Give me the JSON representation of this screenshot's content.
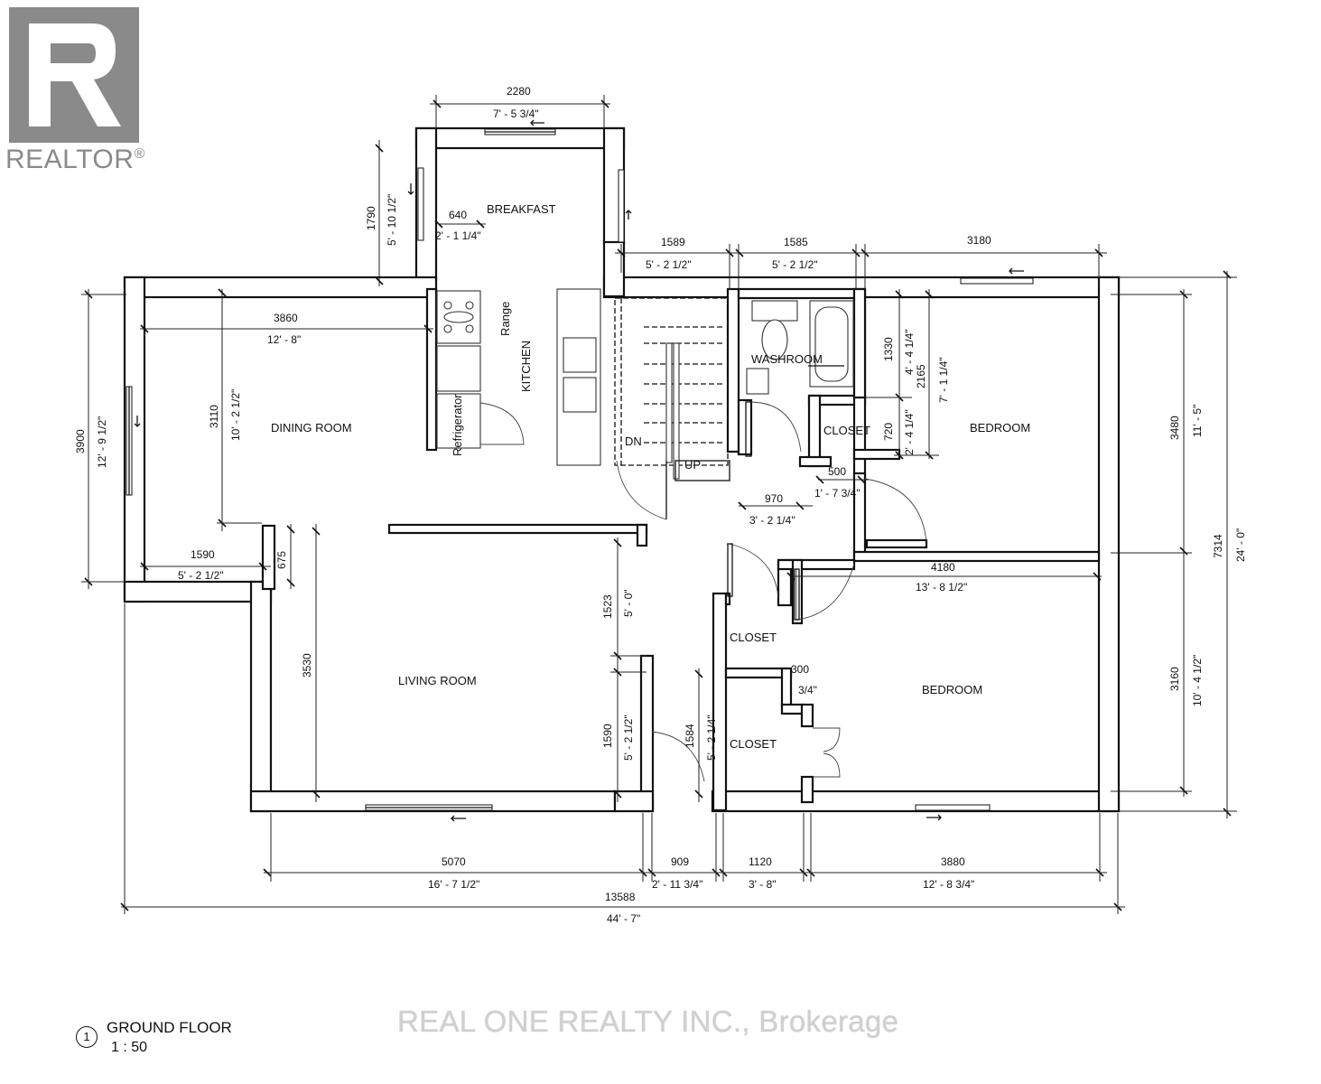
{
  "branding": {
    "logo_text": "REALTOR",
    "registered_mark": "®",
    "logo_icon": "realtor-r-logo-icon",
    "watermark": "REAL ONE REALTY INC., Brokerage"
  },
  "title_block": {
    "view_number": "1",
    "title": "GROUND FLOOR",
    "scale": "1 : 50"
  },
  "rooms": {
    "breakfast": "BREAKFAST",
    "kitchen": "KITCHEN",
    "range": "Range",
    "refrigerator": "Refrigerator",
    "dining_room": "DINING ROOM",
    "living_room": "LIVING ROOM",
    "washroom": "WASHROOM",
    "closet_hall": "CLOSET",
    "bedroom_top": "BEDROOM",
    "bedroom_bottom": "BEDROOM",
    "closet_mid": "CLOSET",
    "closet_low": "CLOSET",
    "stair_down": "DN",
    "stair_up": "UP"
  },
  "dimensions": {
    "breakfast_width_mm": "2280",
    "breakfast_width_ft": "7' - 5 3/4\"",
    "breakfast_depth_mm": "1790",
    "breakfast_depth_ft": "5' - 10 1/2\"",
    "counter_mm": "640",
    "counter_ft": "2' - 1 1/4\"",
    "stair_width_mm": "1589",
    "stair_width_ft": "5' - 2 1/2\"",
    "washroom_width_mm": "1585",
    "washroom_width_ft": "5' - 2 1/2\"",
    "bedroom_top_width_mm": "3180",
    "dining_width_mm": "3860",
    "dining_width_ft": "12' - 8\"",
    "dining_depth_mm": "3110",
    "dining_depth_ft": "10' - 2 1/2\"",
    "left_wall_mm": "3900",
    "left_wall_ft": "12' - 9 1/2\"",
    "dining_bottom_mm": "1590",
    "dining_bottom_ft": "5' - 2 1/2\"",
    "jog_mm": "675",
    "living_depth_mm": "3530",
    "hall_opening_mm": "1523",
    "hall_opening_ft": "5' - 0\"",
    "hall_lower_mm": "1590",
    "hall_lower_ft": "5' - 2 1/2\"",
    "closet_depth_mm": "1584",
    "closet_depth_ft": "5' - 2 1/4\"",
    "bedroom_closet_mm": "1330",
    "bedroom_closet_ft": "4' - 4 1/4\"",
    "bedroom_closet2_mm": "2165",
    "bedroom_closet2_ft": "7' - 1 1/4\"",
    "closet_small_mm": "720",
    "closet_small_ft": "2' - 4 1/4\"",
    "hall_500_mm": "500",
    "hall_500_ft": "1' - 7 3/4\"",
    "hall_970_mm": "970",
    "hall_970_ft": "3' - 2 1/4\"",
    "bedroom_top_depth_mm": "3480",
    "bedroom_top_depth_ft": "11' - 5\"",
    "overall_depth_mm": "7314",
    "overall_depth_ft": "24' - 0\"",
    "bedroom_bottom_width_mm": "4180",
    "bedroom_bottom_width_ft": "13' - 8 1/2\"",
    "closet_300_mm": "300",
    "closet_300_ft": "3/4\"",
    "bedroom_bottom_depth_mm": "3160",
    "bedroom_bottom_depth_ft": "10' - 4 1/2\"",
    "bottom_living_mm": "5070",
    "bottom_living_ft": "16' - 7 1/2\"",
    "bottom_hall_mm": "909",
    "bottom_hall_ft": "2' - 11 3/4\"",
    "bottom_closet_mm": "1120",
    "bottom_closet_ft": "3' - 8\"",
    "bottom_bedroom_mm": "3880",
    "bottom_bedroom_ft": "12' - 8 3/4\"",
    "overall_width_mm": "13588",
    "overall_width_ft": "44' - 7\""
  },
  "colors": {
    "line": "#111111",
    "logo_gray": "#8a8a8a",
    "watermark_gray": "#d0d0d0"
  }
}
